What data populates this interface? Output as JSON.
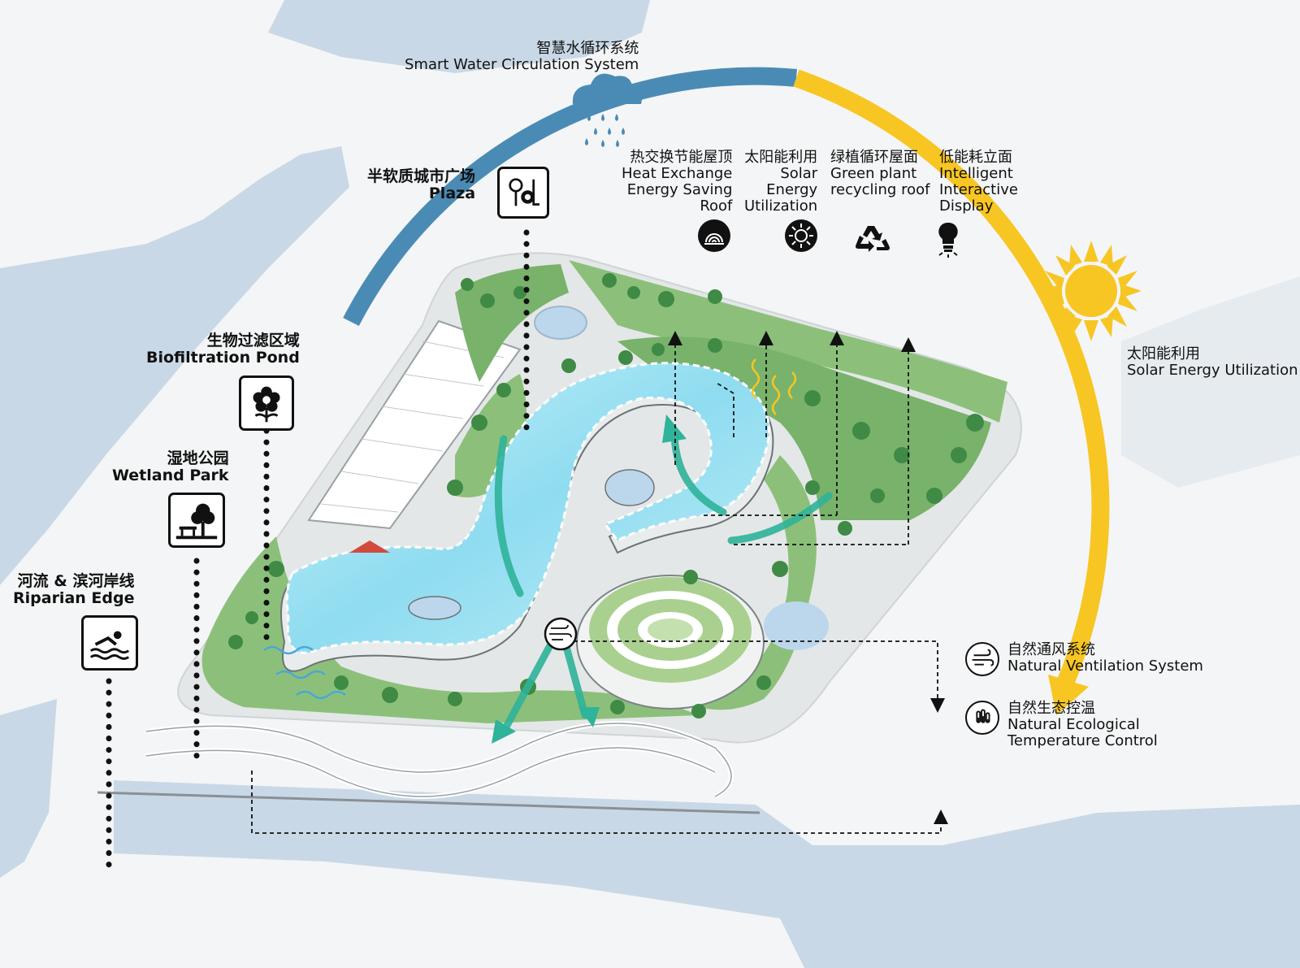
{
  "labels": {
    "water": {
      "cn": "智慧水循环系统",
      "en": "Smart Water Circulation System"
    },
    "plaza": {
      "cn": "半软质城市广场",
      "en": "Plaza"
    },
    "biofiltration": {
      "cn": "生物过滤区域",
      "en": "Biofiltration Pond"
    },
    "wetland": {
      "cn": "湿地公园",
      "en": "Wetland Park"
    },
    "riparian": {
      "cn": "河流 & 滨河岸线",
      "en": "Riparian Edge"
    },
    "heat": {
      "cn": "热交换节能屋顶",
      "en1": "Heat Exchange",
      "en2": "Energy Saving",
      "en3": "Roof"
    },
    "solar_use": {
      "cn": "太阳能利用",
      "en1": "Solar",
      "en2": "Energy",
      "en3": "Utilization"
    },
    "green_roof": {
      "cn": "绿植循环屋面",
      "en1": "Green plant",
      "en2": "recycling roof"
    },
    "facade": {
      "cn": "低能耗立面",
      "en1": "Intelligent",
      "en2": "Interactive",
      "en3": "Display"
    },
    "solar_energy": {
      "cn": "太阳能利用",
      "en": "Solar Energy Utilization"
    },
    "ventilation": {
      "cn": "自然通风系统",
      "en": "Natural Ventilation System"
    },
    "temperature": {
      "cn": "自然生态控温",
      "en1": "Natural Ecological",
      "en2": "Temperature Control"
    }
  },
  "icons": {
    "plaza": "plaza-sports-icon",
    "biofiltration": "flower-icon",
    "wetland": "tree-bench-icon",
    "riparian": "swimmer-icon",
    "heat": "heat-roof-icon",
    "solar_use": "sun-icon",
    "green_roof": "recycle-icon",
    "facade": "lightbulb-icon",
    "ventilation": "wind-icon",
    "temperature": "thermometer-icon",
    "cloud": "rain-cloud-icon",
    "sun": "sun-large-icon"
  },
  "colors": {
    "water_arc": "#4a8bb5",
    "solar_arc": "#f7c623",
    "river": "#c9d8e6",
    "green": "#8cc07a",
    "roof_glass": "#9ee4f4",
    "airflow": "#2fb39a"
  }
}
